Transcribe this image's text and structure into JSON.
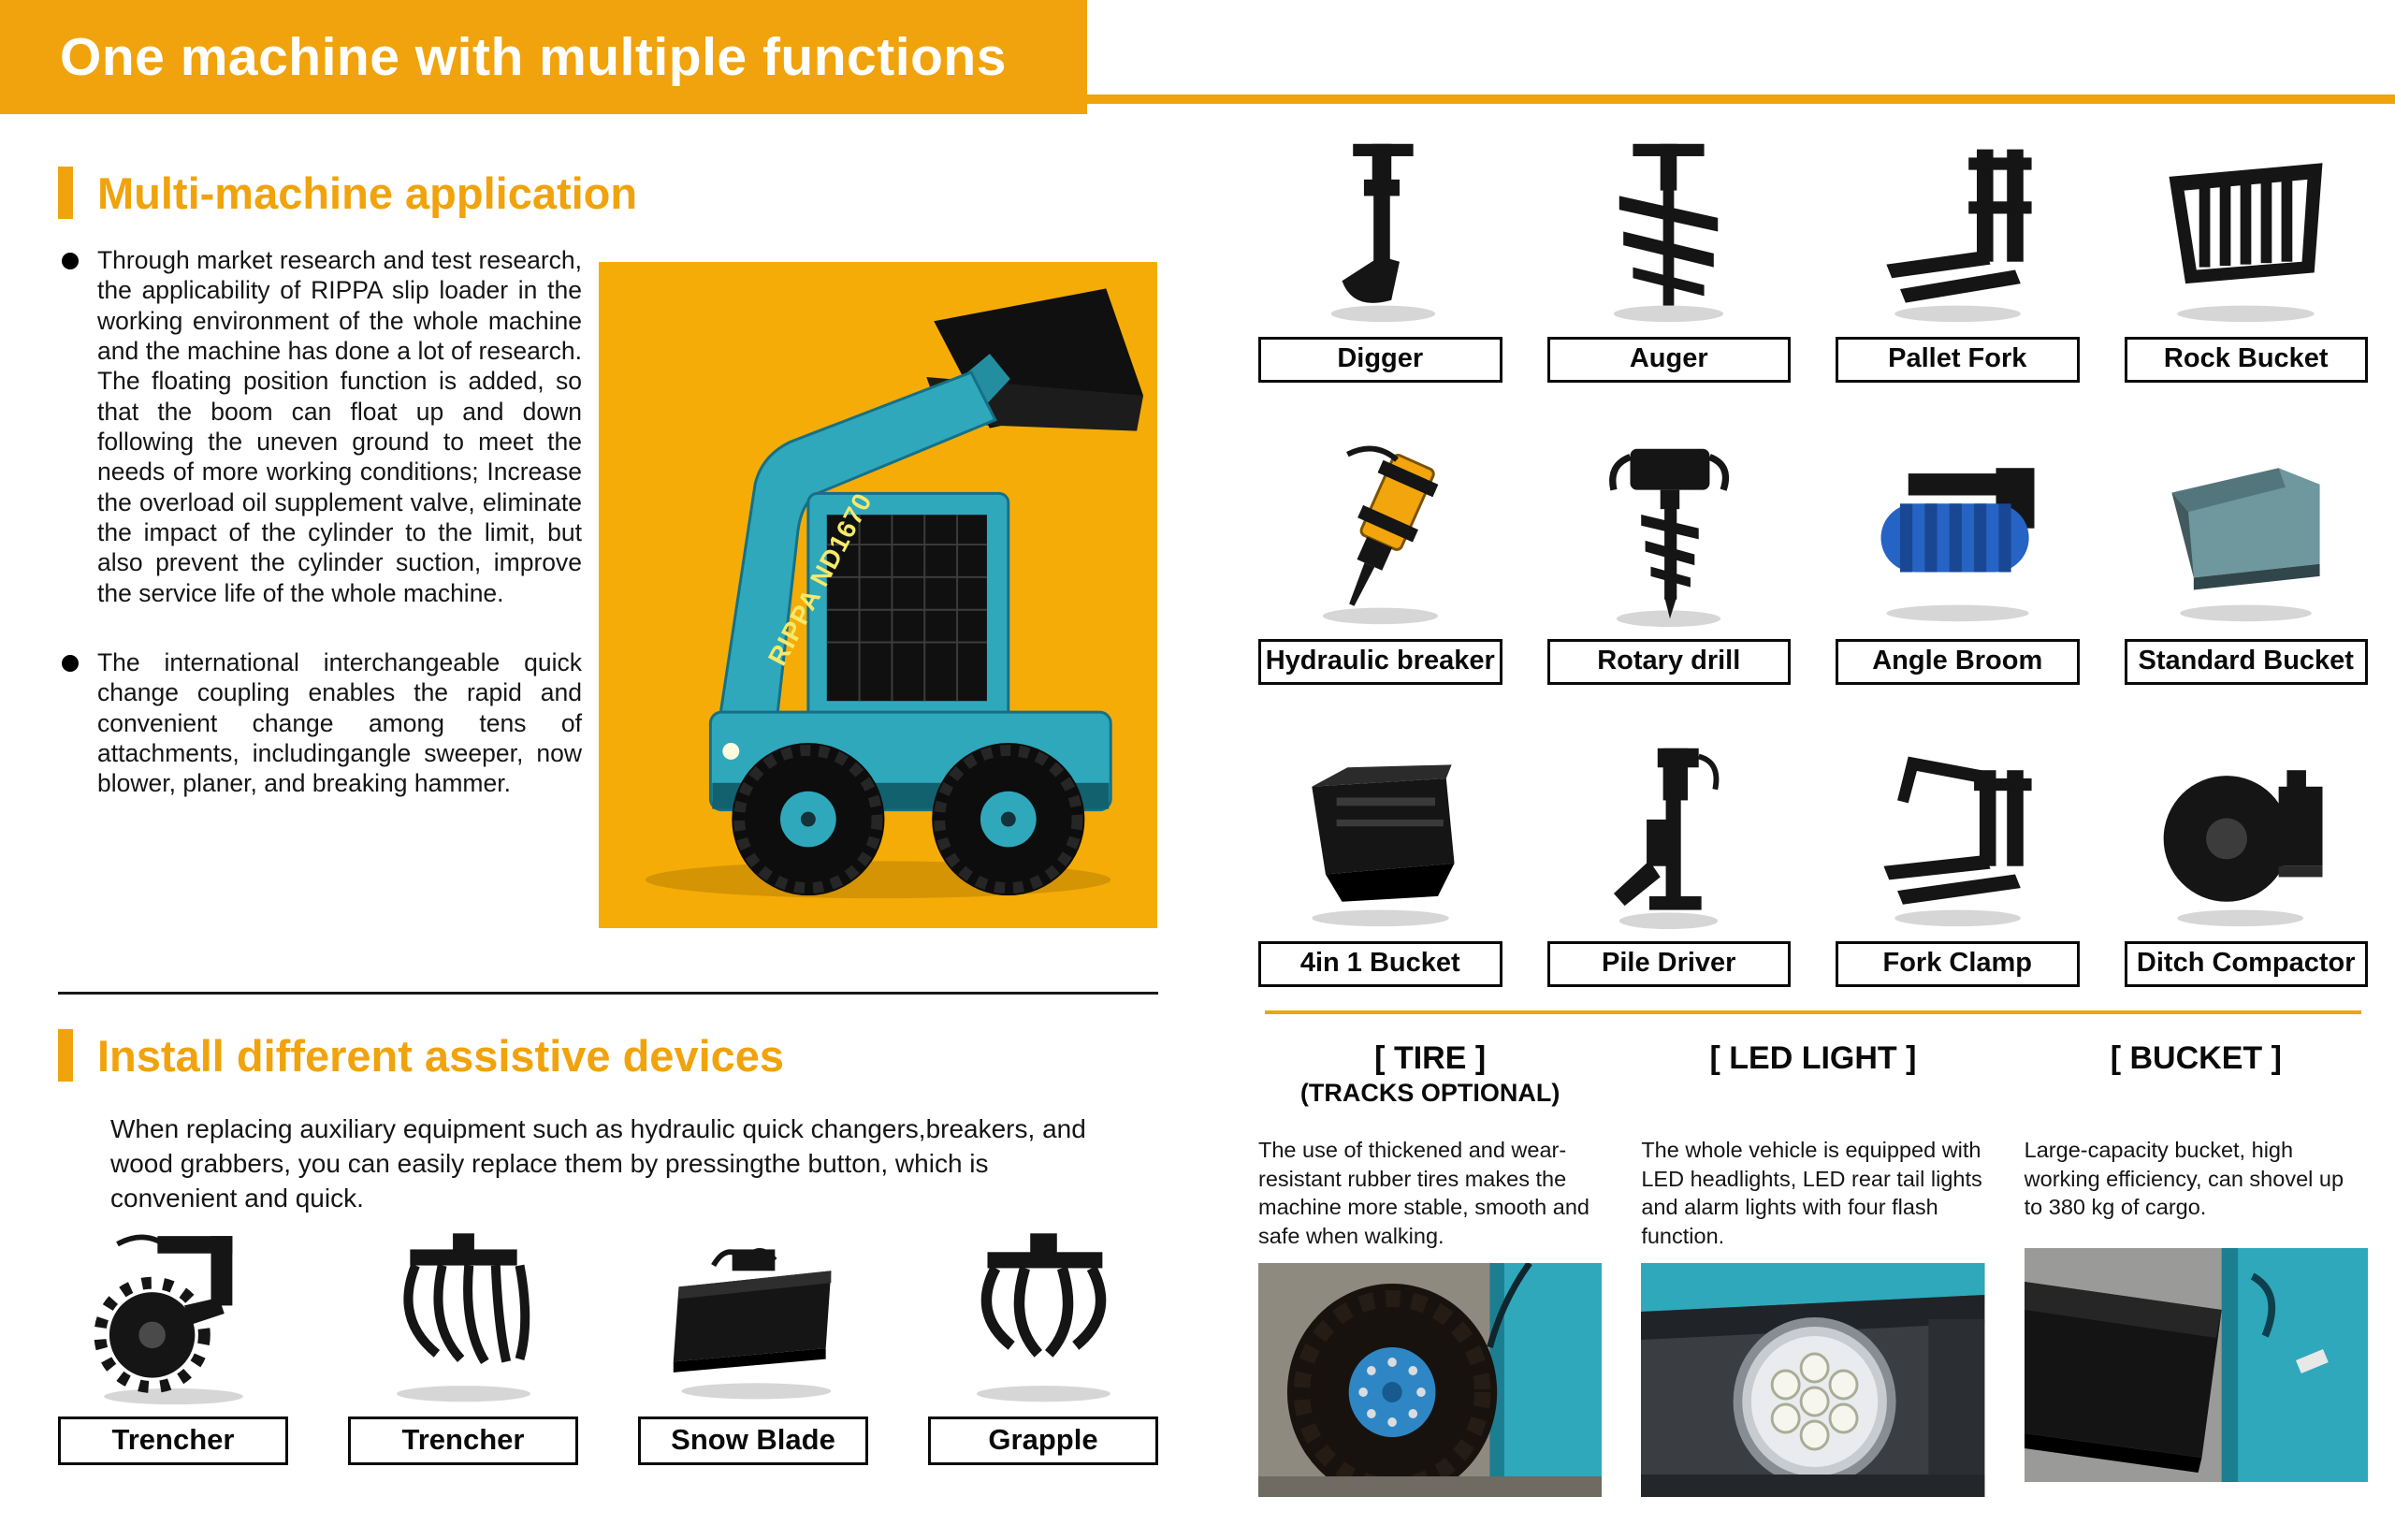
{
  "colors": {
    "accent": "#F0A30C",
    "panel_yellow": "#F6AC06",
    "machine_teal": "#2FA8BC",
    "broom_blue": "#2563C4",
    "breaker_yellow": "#F2A50C"
  },
  "header": {
    "title": "One machine with multiple functions"
  },
  "multi_machine": {
    "heading": "Multi-machine application",
    "bullets": [
      "Through market research and test research, the applicability of RIPPA slip loader in the working environment of the whole machine and the machine has done a lot of research. The floating position function is added, so that the boom can float up and down following the uneven ground to meet the needs of more working conditions; Increase the overload oil supplement valve, eliminate the impact of the cylinder to the limit, but also prevent the cylinder suction, improve the service life of the whole machine.",
      "The international interchangeable quick change coupling enables the rapid and convenient change among tens of attachments, includingangle sweeper, now blower, planer, and breaking hammer."
    ],
    "machine_label": "RIPPA ND1670"
  },
  "assistive": {
    "heading": "Install different assistive devices",
    "paragraph": "When replacing auxiliary equipment such as hydraulic quick changers,breakers, and wood grabbers, you can easily replace them by pressingthe button, which is convenient and quick.",
    "items": [
      {
        "label": "Trencher",
        "icon": "trencher-wheel-icon"
      },
      {
        "label": "Trencher",
        "icon": "trencher-rake-icon"
      },
      {
        "label": "Snow Blade",
        "icon": "snow-blade-icon"
      },
      {
        "label": "Grapple",
        "icon": "grapple-icon"
      }
    ]
  },
  "attachments_grid": {
    "items": [
      {
        "label": "Digger",
        "icon": "digger-icon"
      },
      {
        "label": "Auger",
        "icon": "auger-icon"
      },
      {
        "label": "Pallet Fork",
        "icon": "pallet-fork-icon"
      },
      {
        "label": "Rock Bucket",
        "icon": "rock-bucket-icon"
      },
      {
        "label": "Hydraulic breaker",
        "icon": "hydraulic-breaker-icon"
      },
      {
        "label": "Rotary drill",
        "icon": "rotary-drill-icon"
      },
      {
        "label": "Angle Broom",
        "icon": "angle-broom-icon"
      },
      {
        "label": "Standard Bucket",
        "icon": "standard-bucket-icon"
      },
      {
        "label": "4in 1 Bucket",
        "icon": "four-in-one-bucket-icon"
      },
      {
        "label": "Pile Driver",
        "icon": "pile-driver-icon"
      },
      {
        "label": "Fork Clamp",
        "icon": "fork-clamp-icon"
      },
      {
        "label": "Ditch Compactor",
        "icon": "ditch-compactor-icon"
      }
    ]
  },
  "features": [
    {
      "title": "[ TIRE ]",
      "subtitle": "(TRACKS OPTIONAL)",
      "text": "The use of thickened and wear-resistant rubber tires makes the machine more stable, smooth and safe when walking.",
      "photo": "tire-photo"
    },
    {
      "title": "[ LED LIGHT ]",
      "subtitle": "",
      "text": "The whole vehicle is equipped with LED headlights, LED rear tail lights and alarm lights with four flash function.",
      "photo": "led-light-photo"
    },
    {
      "title": "[ BUCKET ]",
      "subtitle": "",
      "text": "Large-capacity bucket, high working efficiency, can shovel up to 380 kg of cargo.",
      "photo": "bucket-photo"
    }
  ]
}
